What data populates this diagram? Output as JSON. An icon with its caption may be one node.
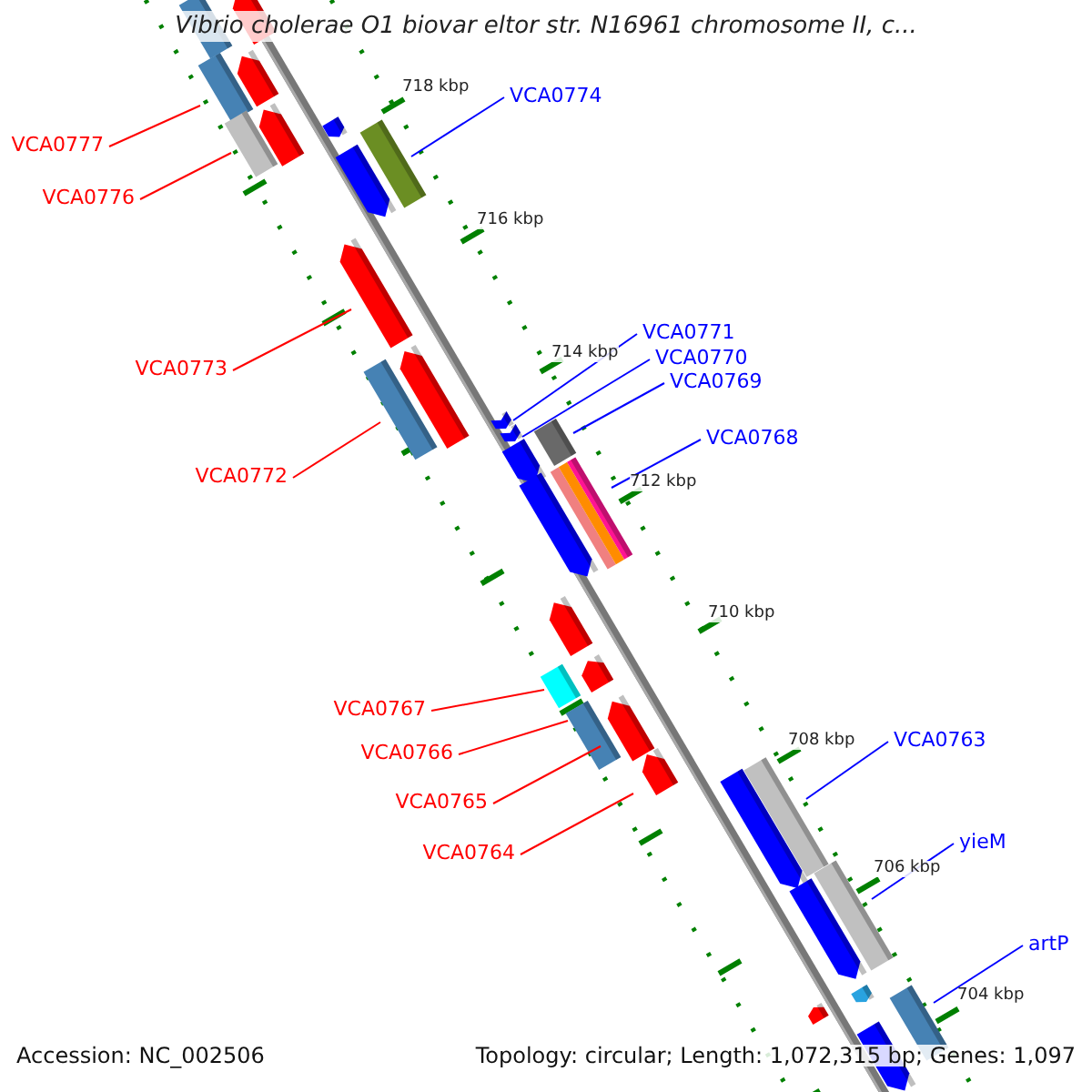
{
  "diagram": {
    "title": "Vibrio cholerae O1 biovar eltor str. N16961 chromosome II, c...",
    "nodes": [
      {
        "text": [
          "VCA0777"
        ]
      },
      {
        "text": [],
        "shape": "bar"
      },
      {
        "text": [
          "VCA0776"
        ]
      },
      {
        "text": [],
        "shape": "bar"
      },
      {
        "text": [
          "VCA0773"
        ]
      },
      {
        "text": [],
        "shape": "arrow"
      },
      {
        "text": [
          "VCA0772"
        ]
      },
      {
        "text": [],
        "shape": "bar"
      },
      {
        "text": [
          "VCA0767"
        ]
      },
      {
        "text": [],
        "shape": "bar"
      },
      {
        "text": [
          "VCA0766"
        ]
      },
      {
        "text": [],
        "shape": "bar"
      },
      {
        "text": [
          "VCA0765"
        ]
      },
      {
        "text": [],
        "shape": "arrow"
      },
      {
        "text": [
          "VCA0764"
        ]
      },
      {
        "text": [],
        "shape": "arrow"
      },
      {
        "text": [
          "VCA0774"
        ]
      },
      {
        "text": [],
        "shape": "bar"
      },
      {
        "text": [
          "VCA0771"
        ]
      },
      {
        "text": [],
        "shape": "arrow"
      },
      {
        "text": [
          "VCA0770"
        ]
      },
      {
        "text": [],
        "shape": "arrow"
      },
      {
        "text": [
          "VCA0769"
        ]
      },
      {
        "text": [],
        "shape": "bar"
      },
      {
        "text": [
          "VCA0768"
        ]
      },
      {
        "text": [],
        "shape": "bar"
      },
      {
        "text": [
          "VCA0763"
        ]
      },
      {
        "text": [],
        "shape": "bar"
      },
      {
        "text": [
          "yieM"
        ]
      },
      {
        "text": [],
        "shape": "bar"
      },
      {
        "text": [
          "artP"
        ]
      },
      {
        "text": [],
        "shape": "bar"
      },
      {
        "text": [],
        "shape": "bar"
      },
      {
        "text": [],
        "shape": "arrow"
      },
      {
        "text": [],
        "shape": "arrow"
      },
      {
        "text": [],
        "shape": "arrow"
      },
      {
        "text": [],
        "shape": "arrow"
      },
      {
        "text": [],
        "shape": "arrow"
      },
      {
        "text": [],
        "shape": "arrow"
      },
      {
        "text": [],
        "shape": "arrow"
      },
      {
        "text": [],
        "shape": "arrow"
      },
      {
        "text": [],
        "shape": "arrow"
      },
      {
        "text": [],
        "shape": "arrow"
      },
      {
        "text": [],
        "shape": "arrow"
      },
      {
        "text": [],
        "shape": "arrow"
      },
      {
        "text": [],
        "shape": "arrow"
      },
      {
        "text": [],
        "shape": "arrow"
      },
      {
        "text": [],
        "shape": "arrow"
      }
    ],
    "edges": [
      {
        "from": 0,
        "to": 1,
        "arrow": "none",
        "color": "#ff0000"
      },
      {
        "from": 2,
        "to": 3,
        "arrow": "none",
        "color": "#ff0000"
      },
      {
        "from": 4,
        "to": 5,
        "arrow": "none",
        "color": "#ff0000"
      },
      {
        "from": 6,
        "to": 7,
        "arrow": "none",
        "color": "#ff0000"
      },
      {
        "from": 8,
        "to": 9,
        "arrow": "none",
        "color": "#ff0000"
      },
      {
        "from": 10,
        "to": 11,
        "arrow": "none",
        "color": "#ff0000"
      },
      {
        "from": 12,
        "to": 13,
        "arrow": "none",
        "color": "#ff0000"
      },
      {
        "from": 14,
        "to": 15,
        "arrow": "none",
        "color": "#ff0000"
      },
      {
        "from": 16,
        "to": 17,
        "arrow": "none",
        "color": "#0000ff"
      },
      {
        "from": 18,
        "to": 19,
        "arrow": "none",
        "color": "#0000ff"
      },
      {
        "from": 20,
        "to": 21,
        "arrow": "none",
        "color": "#0000ff"
      },
      {
        "from": 22,
        "to": 23,
        "arrow": "none",
        "color": "#0000ff"
      },
      {
        "from": 24,
        "to": 25,
        "arrow": "none",
        "color": "#0000ff"
      },
      {
        "from": 26,
        "to": 27,
        "arrow": "none",
        "color": "#0000ff"
      },
      {
        "from": 28,
        "to": 29,
        "arrow": "none",
        "color": "#0000ff"
      },
      {
        "from": 30,
        "to": 31,
        "arrow": "none",
        "color": "#0000ff"
      }
    ],
    "labels": [
      "718 kbp",
      "716 kbp",
      "714 kbp",
      "712 kbp",
      "710 kbp",
      "708 kbp",
      "706 kbp",
      "704 kbp",
      "Accession: NC_002506",
      "Topology: circular; Length: 1,072,315 bp; Genes: 1,097"
    ]
  }
}
